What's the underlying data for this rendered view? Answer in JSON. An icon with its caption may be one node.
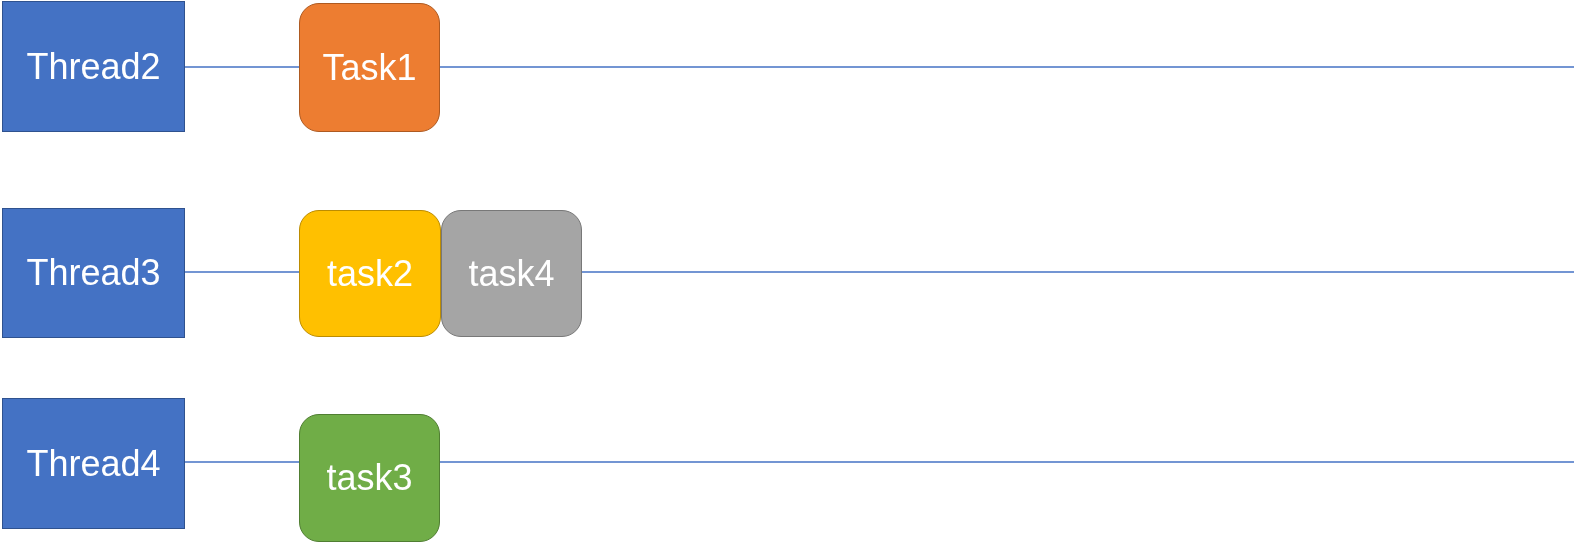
{
  "diagram": {
    "nodes": [
      {
        "text": [
          "Thread2"
        ]
      },
      {
        "text": [
          "Task1"
        ]
      },
      {
        "text": [
          "Thread3"
        ]
      },
      {
        "text": [
          "task2"
        ]
      },
      {
        "text": [
          "task4"
        ]
      },
      {
        "text": [
          "Thread4"
        ]
      },
      {
        "text": [
          "task3"
        ]
      }
    ],
    "edges": [
      {
        "from": 0,
        "to": 1,
        "arrow": "none"
      },
      {
        "from": 1,
        "to": null,
        "arrow": "none"
      },
      {
        "from": 2,
        "to": 3,
        "arrow": "none"
      },
      {
        "from": 4,
        "to": null,
        "arrow": "none"
      },
      {
        "from": 5,
        "to": 6,
        "arrow": "none"
      },
      {
        "from": 6,
        "to": null,
        "arrow": "none"
      }
    ]
  }
}
